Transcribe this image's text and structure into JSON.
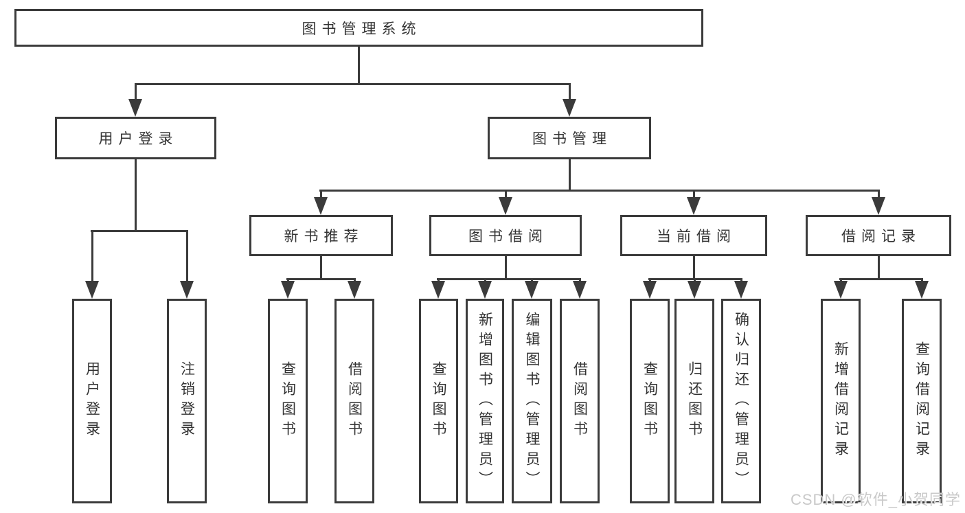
{
  "colors": {
    "line": "#3b3b3b",
    "text": "#333333",
    "watermark": "#c9c9c9",
    "bg": "#ffffff"
  },
  "diagram": {
    "title": "图书管理系统",
    "children": [
      {
        "label": "用户登录",
        "children": [
          {
            "label": "用户登录"
          },
          {
            "label": "注销登录"
          }
        ]
      },
      {
        "label": "图书管理",
        "children": [
          {
            "label": "新书推荐",
            "children": [
              {
                "label": "查询图书"
              },
              {
                "label": "借阅图书"
              }
            ]
          },
          {
            "label": "图书借阅",
            "children": [
              {
                "label": "查询图书"
              },
              {
                "label": "新增图书（管理员）"
              },
              {
                "label": "编辑图书（管理员）"
              },
              {
                "label": "借阅图书"
              }
            ]
          },
          {
            "label": "当前借阅",
            "children": [
              {
                "label": "查询图书"
              },
              {
                "label": "归还图书"
              },
              {
                "label": "确认归还（管理员）"
              }
            ]
          },
          {
            "label": "借阅记录",
            "children": [
              {
                "label": "新增借阅记录"
              },
              {
                "label": "查询借阅记录"
              }
            ]
          }
        ]
      }
    ]
  },
  "watermark": {
    "text": "CSDN @软件_小贺同学"
  }
}
